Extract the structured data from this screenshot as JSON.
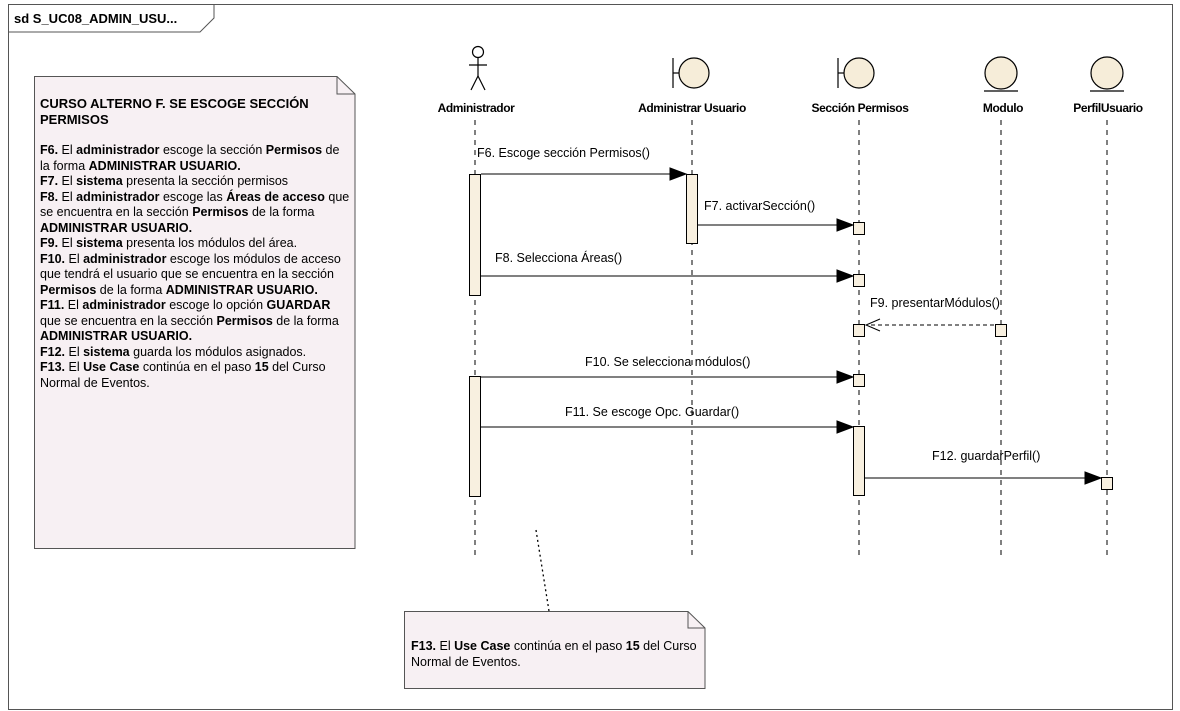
{
  "diagram": {
    "frame_title": "sd S_UC08_ADMIN_USU...",
    "participants": [
      {
        "id": "p-admin",
        "type": "actor",
        "label": "Administrador"
      },
      {
        "id": "p-adminusuario",
        "type": "boundary",
        "label": "Administrar Usuario"
      },
      {
        "id": "p-seccion",
        "type": "boundary",
        "label": "Sección Permisos"
      },
      {
        "id": "p-modulo",
        "type": "entity",
        "label": "Modulo"
      },
      {
        "id": "p-perfil",
        "type": "entity",
        "label": "PerfilUsuario"
      }
    ],
    "messages": [
      {
        "label": "F6. Escoge sección Permisos()"
      },
      {
        "label": "F7. activarSección()"
      },
      {
        "label": "F8. Selecciona Áreas()"
      },
      {
        "label": "F9. presentarMódulos()"
      },
      {
        "label": "F10. Se selecciona módulos()"
      },
      {
        "label": "F11. Se escoge Opc. Guardar()"
      },
      {
        "label": "F12. guardarPerfil()"
      }
    ],
    "main_note": {
      "title": "CURSO ALTERNO F. SE ESCOGE SECCIÓN PERMISOS",
      "steps": [
        [
          {
            "t": "F6.",
            "b": true
          },
          {
            "t": " El "
          },
          {
            "t": "administrador",
            "b": true
          },
          {
            "t": " escoge la sección "
          },
          {
            "t": "Permisos",
            "b": true
          },
          {
            "t": " de la forma "
          },
          {
            "t": "ADMINISTRAR USUARIO.",
            "b": true
          }
        ],
        [
          {
            "t": "F7.",
            "b": true
          },
          {
            "t": " El "
          },
          {
            "t": "sistema",
            "b": true
          },
          {
            "t": " presenta la sección permisos"
          }
        ],
        [
          {
            "t": "F8.",
            "b": true
          },
          {
            "t": " El "
          },
          {
            "t": "administrador",
            "b": true
          },
          {
            "t": " escoge las "
          },
          {
            "t": "Áreas de acceso",
            "b": true
          },
          {
            "t": " que se encuentra en la sección "
          },
          {
            "t": "Permisos",
            "b": true
          },
          {
            "t": " de la forma "
          },
          {
            "t": "ADMINISTRAR USUARIO.",
            "b": true
          }
        ],
        [
          {
            "t": "F9.",
            "b": true
          },
          {
            "t": " El "
          },
          {
            "t": "sistema",
            "b": true
          },
          {
            "t": " presenta los módulos del área."
          }
        ],
        [
          {
            "t": "F10.",
            "b": true
          },
          {
            "t": " El "
          },
          {
            "t": "administrador",
            "b": true
          },
          {
            "t": " escoge los módulos de acceso que tendrá el usuario que se encuentra en la sección "
          },
          {
            "t": "Permisos",
            "b": true
          },
          {
            "t": " de la forma "
          },
          {
            "t": "ADMINISTRAR USUARIO.",
            "b": true
          }
        ],
        [
          {
            "t": "F11.",
            "b": true
          },
          {
            "t": " El "
          },
          {
            "t": "administrador",
            "b": true
          },
          {
            "t": " escoge lo opción "
          },
          {
            "t": "GUARDAR",
            "b": true
          },
          {
            "t": " que se encuentra en la sección "
          },
          {
            "t": "Permisos",
            "b": true
          },
          {
            "t": " de la forma "
          },
          {
            "t": "ADMINISTRAR USUARIO.",
            "b": true
          }
        ],
        [
          {
            "t": "F12.",
            "b": true
          },
          {
            "t": " El "
          },
          {
            "t": "sistema",
            "b": true
          },
          {
            "t": " guarda los módulos asignados."
          }
        ],
        [
          {
            "t": "F13.",
            "b": true
          },
          {
            "t": " El "
          },
          {
            "t": "Use Case",
            "b": true
          },
          {
            "t": " continúa en el paso "
          },
          {
            "t": "15",
            "b": true
          },
          {
            "t": " del Curso Normal de Eventos."
          }
        ]
      ]
    },
    "bottom_note": {
      "steps": [
        [
          {
            "t": "F13.",
            "b": true
          },
          {
            "t": " El "
          },
          {
            "t": "Use Case",
            "b": true
          },
          {
            "t": " continúa en el paso "
          },
          {
            "t": "15",
            "b": true
          },
          {
            "t": " del Curso Normal de Eventos."
          }
        ]
      ]
    },
    "colors": {
      "note_fill": "#f7f0f3",
      "activation_fill": "#f8f0e0",
      "entity_fill": "#f6edd9",
      "stroke": "#000000"
    }
  }
}
